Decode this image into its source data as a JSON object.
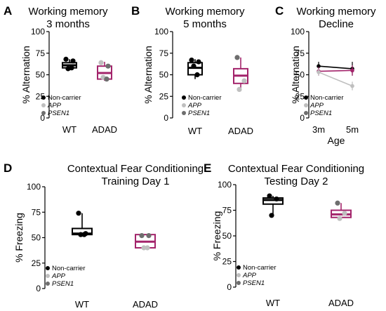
{
  "colors": {
    "wt": "#000000",
    "adad": "#a3246b",
    "noncarrier": "#000000",
    "app": "#bfbfbf",
    "psen1": "#6e6e6e"
  },
  "legend": [
    {
      "label": "Non-carrier",
      "color": "#000000",
      "italic": false
    },
    {
      "label": "APP",
      "color": "#bfbfbf",
      "italic": true
    },
    {
      "label": "PSEN1",
      "color": "#6e6e6e",
      "italic": true
    }
  ],
  "chart_data": [
    {
      "id": "A",
      "panel_label": "A",
      "type": "box",
      "title_lines": [
        "Working memory",
        "3 months"
      ],
      "ylabel": "% Alternation",
      "ylim": [
        0,
        100
      ],
      "yticks": [
        0,
        25,
        50,
        75,
        100
      ],
      "categories": [
        "WT",
        "ADAD"
      ],
      "boxes": [
        {
          "category": "WT",
          "min": 57,
          "q1": 58,
          "median": 61,
          "q3": 64,
          "max": 68
        },
        {
          "category": "ADAD",
          "min": 43,
          "q1": 45,
          "median": 52,
          "q3": 60,
          "max": 65
        }
      ],
      "points": [
        {
          "category": "WT",
          "y": 68,
          "group": "noncarrier"
        },
        {
          "category": "WT",
          "y": 66,
          "group": "noncarrier"
        },
        {
          "category": "WT",
          "y": 57,
          "group": "noncarrier"
        },
        {
          "category": "WT",
          "y": 58,
          "group": "noncarrier"
        },
        {
          "category": "ADAD",
          "y": 64,
          "group": "app"
        },
        {
          "category": "ADAD",
          "y": 60,
          "group": "psen1"
        },
        {
          "category": "ADAD",
          "y": 47,
          "group": "app"
        },
        {
          "category": "ADAD",
          "y": 45,
          "group": "psen1"
        }
      ]
    },
    {
      "id": "B",
      "panel_label": "B",
      "type": "box",
      "title_lines": [
        "Working memory",
        "5 months"
      ],
      "ylabel": "% Alternation",
      "ylim": [
        0,
        100
      ],
      "yticks": [
        0,
        25,
        50,
        75,
        100
      ],
      "categories": [
        "WT",
        "ADAD"
      ],
      "boxes": [
        {
          "category": "WT",
          "min": 45,
          "q1": 50,
          "median": 58,
          "q3": 64,
          "max": 68
        },
        {
          "category": "ADAD",
          "min": 33,
          "q1": 40,
          "median": 49,
          "q3": 57,
          "max": 70
        }
      ],
      "points": [
        {
          "category": "WT",
          "y": 67,
          "group": "noncarrier"
        },
        {
          "category": "WT",
          "y": 65,
          "group": "noncarrier"
        },
        {
          "category": "WT",
          "y": 60,
          "group": "noncarrier"
        },
        {
          "category": "WT",
          "y": 50,
          "group": "noncarrier"
        },
        {
          "category": "ADAD",
          "y": 70,
          "group": "psen1"
        },
        {
          "category": "ADAD",
          "y": 43,
          "group": "app"
        },
        {
          "category": "ADAD",
          "y": 33,
          "group": "app"
        }
      ]
    },
    {
      "id": "C",
      "panel_label": "C",
      "type": "line",
      "title_lines": [
        "Working memory",
        "Decline"
      ],
      "ylabel": "% Alternation",
      "xlabel": "Age",
      "ylim": [
        0,
        100
      ],
      "yticks": [
        0,
        25,
        50,
        75,
        100
      ],
      "categories": [
        "3m",
        "5m"
      ],
      "series": [
        {
          "group": "wt",
          "values": [
            60,
            57
          ],
          "err": [
            5,
            8
          ]
        },
        {
          "group": "adad",
          "values": [
            54,
            55
          ],
          "err": [
            5,
            6
          ]
        },
        {
          "group": "app",
          "values": [
            53,
            37
          ],
          "err": [
            4,
            5
          ]
        }
      ]
    },
    {
      "id": "D",
      "panel_label": "D",
      "type": "box",
      "title_lines": [
        "Contextual Fear Conditioning",
        "Training Day 1"
      ],
      "ylabel": "% Freezing",
      "ylim": [
        0,
        100
      ],
      "yticks": [
        0,
        25,
        50,
        75,
        100
      ],
      "categories": [
        "WT",
        "ADAD"
      ],
      "boxes": [
        {
          "category": "WT",
          "min": 53,
          "q1": 53,
          "median": 54,
          "q3": 59,
          "max": 74
        },
        {
          "category": "ADAD",
          "min": 40,
          "q1": 40,
          "median": 46,
          "q3": 53,
          "max": 53
        }
      ],
      "points": [
        {
          "category": "WT",
          "y": 74,
          "group": "noncarrier"
        },
        {
          "category": "WT",
          "y": 54,
          "group": "noncarrier"
        },
        {
          "category": "WT",
          "y": 53,
          "group": "noncarrier"
        },
        {
          "category": "WT",
          "y": 53,
          "group": "noncarrier"
        },
        {
          "category": "ADAD",
          "y": 52,
          "group": "psen1"
        },
        {
          "category": "ADAD",
          "y": 52,
          "group": "psen1"
        },
        {
          "category": "ADAD",
          "y": 40,
          "group": "app"
        },
        {
          "category": "ADAD",
          "y": 40,
          "group": "app"
        }
      ]
    },
    {
      "id": "E",
      "panel_label": "E",
      "type": "box",
      "title_lines": [
        "Contextual Fear Conditioning",
        "Testing Day 2"
      ],
      "ylabel": "% Freezing",
      "ylim": [
        0,
        100
      ],
      "yticks": [
        0,
        25,
        50,
        75,
        100
      ],
      "categories": [
        "WT",
        "ADAD"
      ],
      "boxes": [
        {
          "category": "WT",
          "min": 70,
          "q1": 81,
          "median": 85,
          "q3": 87,
          "max": 89
        },
        {
          "category": "ADAD",
          "min": 67,
          "q1": 68,
          "median": 71,
          "q3": 75,
          "max": 82
        }
      ],
      "points": [
        {
          "category": "WT",
          "y": 89,
          "group": "noncarrier"
        },
        {
          "category": "WT",
          "y": 86,
          "group": "noncarrier"
        },
        {
          "category": "WT",
          "y": 70,
          "group": "noncarrier"
        },
        {
          "category": "ADAD",
          "y": 82,
          "group": "psen1"
        },
        {
          "category": "ADAD",
          "y": 72,
          "group": "app"
        },
        {
          "category": "ADAD",
          "y": 67,
          "group": "app"
        }
      ]
    }
  ]
}
